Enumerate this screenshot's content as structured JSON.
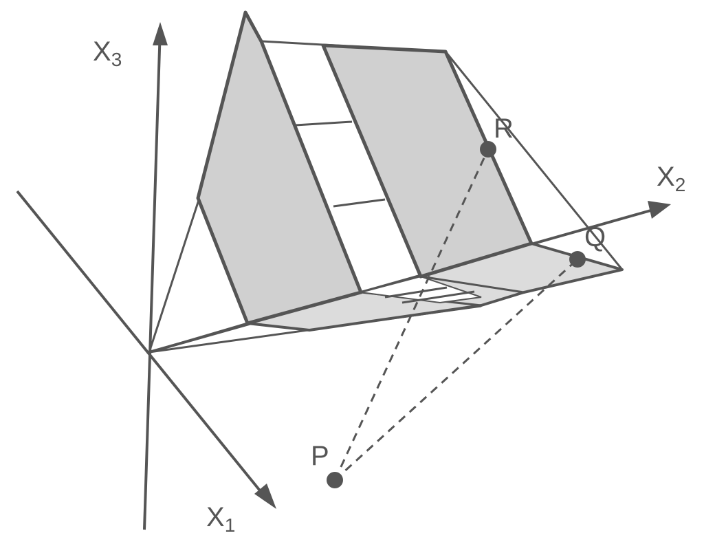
{
  "axes": {
    "x1": {
      "main": "X",
      "sub": "1"
    },
    "x2": {
      "main": "X",
      "sub": "2"
    },
    "x3": {
      "main": "X",
      "sub": "3"
    }
  },
  "points": {
    "p": "P",
    "q": "Q",
    "r": "R"
  },
  "colors": {
    "stroke": "#555555",
    "face_fill": "#d0d0d0",
    "background": "#ffffff"
  }
}
